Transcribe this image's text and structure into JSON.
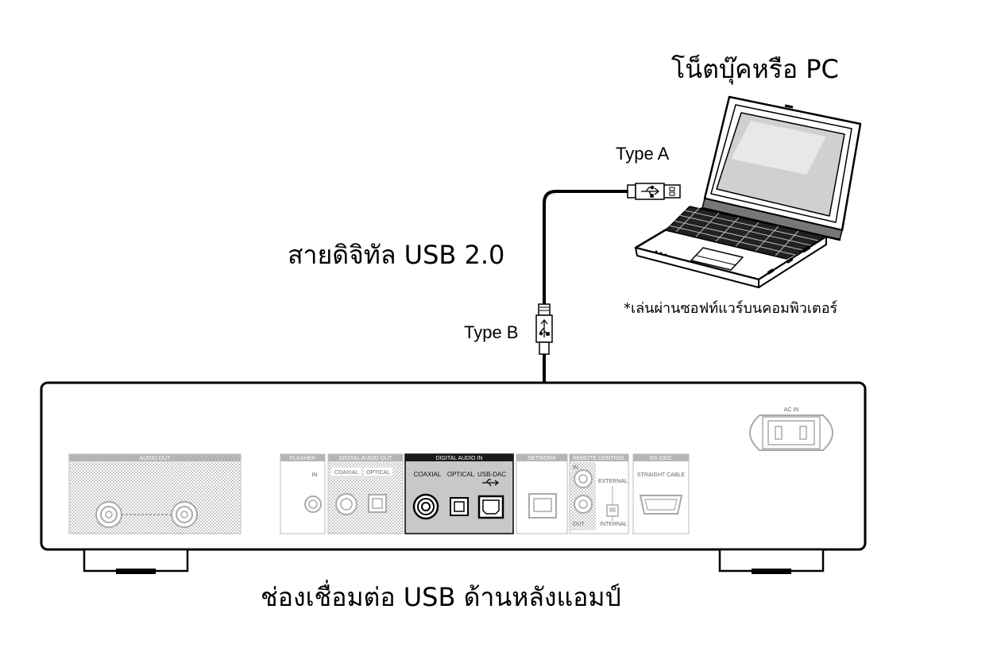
{
  "labels": {
    "laptop_title": "โน็ตบุ๊คหรือ PC",
    "cable_title": "สายดิจิทัล USB 2.0",
    "type_a": "Type A",
    "type_b": "Type B",
    "software_note": "*เล่นผ่านซอฟท์แวร์บนคอมพิวเตอร์",
    "bottom_caption": "ช่องเชื่อมต่อ USB ด้านหลังแอมป์"
  },
  "panel": {
    "audio_out": "AUDIO OUT",
    "flasher": "FLASHER",
    "flasher_in": "IN",
    "digital_audio_out": "DIGITAL AUDIO OUT",
    "dao_coaxial": "COAXIAL",
    "dao_optical": "OPTICAL",
    "digital_audio_in": "DIGITAL AUDIO IN",
    "dai_coaxial": "COAXIAL",
    "dai_optical": "OPTICAL",
    "dai_usb_dac": "USB-DAC",
    "network": "NETWORK",
    "remote_control": "REMOTE CONTROL",
    "rc_in": "IN",
    "rc_out": "OUT",
    "rc_external": "EXTERNAL",
    "rc_internal": "INTERNAL",
    "rs232c": "RS-232C",
    "straight_cable": "STRAIGHT CABLE",
    "ac_in": "AC IN"
  },
  "colors": {
    "line": "#000000",
    "highlight_panel": "#c8c8c8",
    "highlight_header": "#1a1a1a",
    "faded": "#b5b5b5"
  }
}
